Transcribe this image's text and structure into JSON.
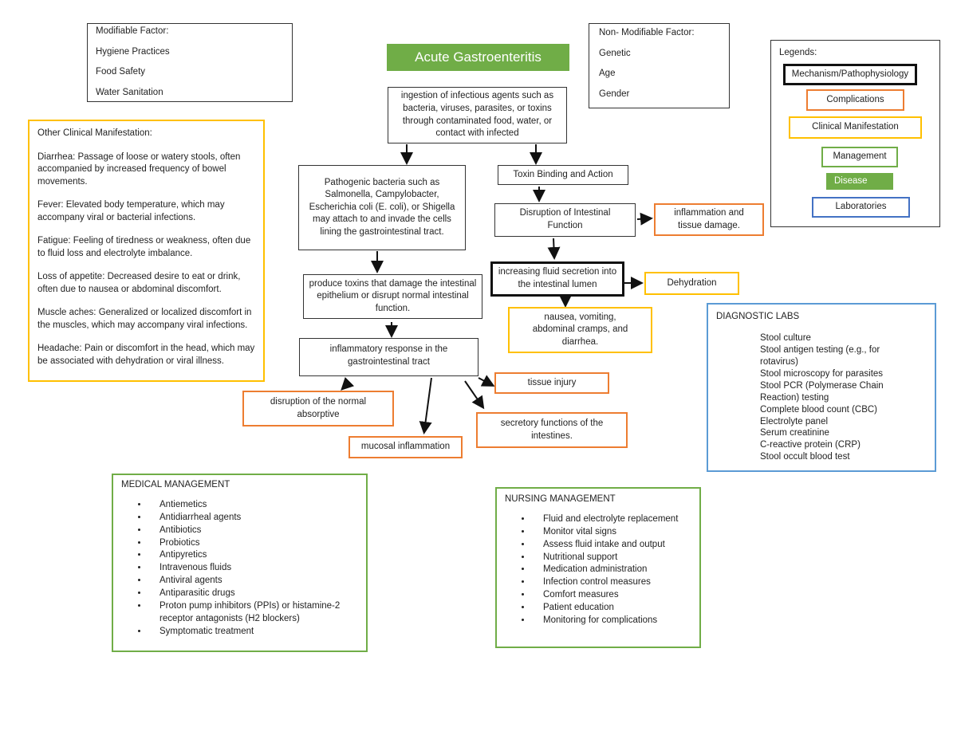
{
  "title": "Acute Gastroenteritis",
  "colors": {
    "mechanism": "#111111",
    "complications": "#ed7d31",
    "clinical": "#ffc000",
    "management": "#70ad47",
    "disease": "#70ad47",
    "laboratories": "#4472c4"
  },
  "modifiable": {
    "heading": "Modifiable Factor:",
    "items": [
      "Hygiene Practices",
      "Food Safety",
      "Water Sanitation"
    ]
  },
  "non_modifiable": {
    "heading": "Non- Modifiable Factor:",
    "items": [
      "Genetic",
      "Age",
      "Gender"
    ]
  },
  "legend": {
    "heading": "Legends:",
    "items": [
      "Mechanism/Pathophysiology",
      "Complications",
      "Clinical Manifestation",
      "Management",
      "Disease",
      "Laboratories"
    ]
  },
  "flow": {
    "ingestion": "ingestion of infectious agents such as bacteria, viruses, parasites, or toxins through contaminated food, water, or contact with infected",
    "pathogenic": "Pathogenic bacteria such as Salmonella, Campylobacter, Escherichia coli (E. coli), or Shigella may attach to and invade the cells lining the gastrointestinal tract.",
    "toxin_binding": "Toxin Binding and Action",
    "disruption_function": "Disruption of Intestinal Function",
    "inflammation_damage": "inflammation and tissue damage.",
    "fluid_secretion": "increasing fluid secretion into the intestinal lumen",
    "dehydration": "Dehydration",
    "nausea": "nausea, vomiting, abdominal cramps, and diarrhea.",
    "produce_toxins": "produce toxins that damage the intestinal epithelium or disrupt normal intestinal function.",
    "inflammatory_response": "inflammatory response in the gastrointestinal tract",
    "tissue_injury": "tissue injury",
    "disruption_absorptive": "disruption of the normal absorptive",
    "secretory": "secretory functions of the intestines.",
    "mucosal": "mucosal inflammation"
  },
  "other_clinical": {
    "heading": "Other Clinical Manifestation:",
    "items": [
      "Diarrhea: Passage of loose or watery stools, often accompanied by increased frequency of bowel movements.",
      "Fever: Elevated body temperature, which may accompany viral or bacterial infections.",
      "Fatigue: Feeling of tiredness or weakness, often due to fluid loss and electrolyte imbalance.",
      "Loss of appetite: Decreased desire to eat or drink, often due to nausea or abdominal discomfort.",
      "Muscle aches: Generalized or localized discomfort in the muscles, which may accompany viral infections.",
      "Headache: Pain or discomfort in the head, which may be associated with dehydration or viral illness."
    ]
  },
  "diagnostic": {
    "heading": "DIAGNOSTIC LABS",
    "items": [
      "Stool culture",
      "Stool antigen testing (e.g., for rotavirus)",
      "Stool microscopy for parasites",
      "Stool PCR (Polymerase Chain Reaction) testing",
      "Complete blood count (CBC)",
      "Electrolyte panel",
      "Serum creatinine",
      "C-reactive protein (CRP)",
      "Stool occult blood test"
    ]
  },
  "medical": {
    "heading": "MEDICAL MANAGEMENT",
    "items": [
      "Antiemetics",
      "Antidiarrheal agents",
      "Antibiotics",
      "Probiotics",
      "Antipyretics",
      "Intravenous fluids",
      "Antiviral agents",
      "Antiparasitic drugs",
      "Proton pump inhibitors (PPIs) or histamine-2 receptor antagonists (H2 blockers)",
      "Symptomatic treatment"
    ]
  },
  "nursing": {
    "heading": "NURSING MANAGEMENT",
    "items": [
      "Fluid and electrolyte replacement",
      "Monitor vital signs",
      "Assess fluid intake and output",
      "Nutritional support",
      "Medication administration",
      "Infection control measures",
      "Comfort measures",
      "Patient education",
      "Monitoring for complications"
    ]
  }
}
